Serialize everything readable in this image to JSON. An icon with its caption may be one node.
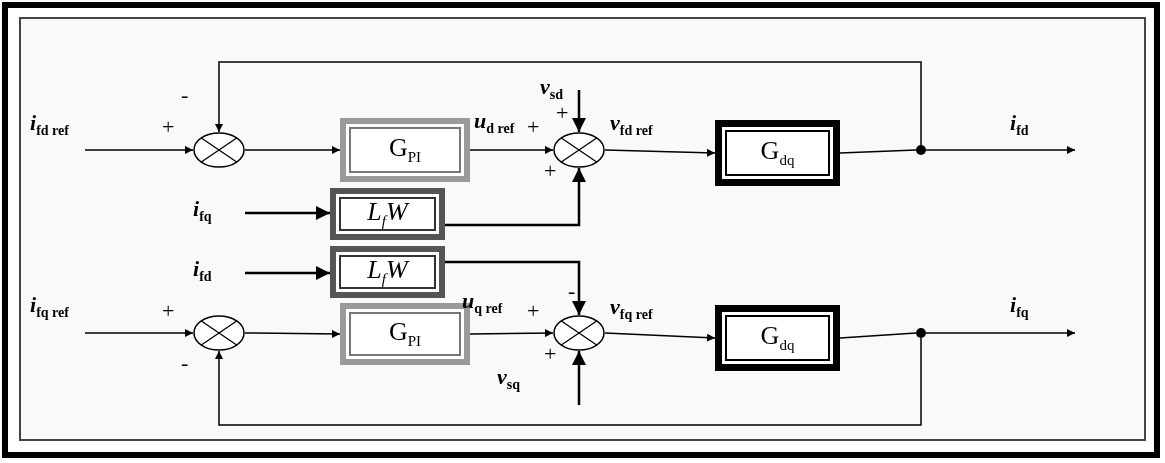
{
  "diagram": {
    "nodes": [
      {
        "text": [],
        "shape": "circle"
      },
      {
        "text": [
          "G$_{PI}$"
        ]
      },
      {
        "text": [],
        "shape": "circle"
      },
      {
        "text": [
          "G$_{dq}$"
        ]
      },
      {
        "text": [
          "L$_{f}$W"
        ]
      },
      {
        "text": [
          "L$_{f}$W"
        ]
      },
      {
        "text": [],
        "shape": "circle"
      },
      {
        "text": [
          "G$_{PI}$"
        ]
      },
      {
        "text": [],
        "shape": "circle"
      },
      {
        "text": [
          "G$_{dq}$"
        ]
      },
      {
        "text": [],
        "shape": "dot"
      },
      {
        "text": [],
        "shape": "dot"
      }
    ],
    "edges": [
      {
        "from": null,
        "to": 0,
        "arrow": "to",
        "label": "*i*$_{fd ref}$"
      },
      {
        "from": 0,
        "to": 1,
        "arrow": "to"
      },
      {
        "from": 1,
        "to": 2,
        "arrow": "to",
        "label": "*u*$_{d ref}$"
      },
      {
        "from": null,
        "to": 2,
        "arrow": "to",
        "label": "*v*$_{sd}$"
      },
      {
        "from": 2,
        "to": 3,
        "arrow": "to",
        "label": "*v*$_{fd ref}$"
      },
      {
        "from": 3,
        "to": 10,
        "arrow": "none"
      },
      {
        "from": 10,
        "to": null,
        "arrow": "to",
        "label": "*i*$_{fd}$"
      },
      {
        "from": 10,
        "to": 0,
        "arrow": "to"
      },
      {
        "from": null,
        "to": 4,
        "arrow": "to",
        "label": "*i*$_{fq}$"
      },
      {
        "from": 4,
        "to": 2,
        "arrow": "to"
      },
      {
        "from": null,
        "to": 5,
        "arrow": "to",
        "label": "*i*$_{fd}$"
      },
      {
        "from": 5,
        "to": 8,
        "arrow": "to"
      },
      {
        "from": null,
        "to": 6,
        "arrow": "to",
        "label": "*i*$_{fq ref}$"
      },
      {
        "from": 6,
        "to": 7,
        "arrow": "to"
      },
      {
        "from": 7,
        "to": 8,
        "arrow": "to",
        "label": "*u*$_{q ref}$"
      },
      {
        "from": null,
        "to": 8,
        "arrow": "to",
        "label": "*v*$_{sq}$"
      },
      {
        "from": 8,
        "to": 9,
        "arrow": "to",
        "label": "*v*$_{fq ref}$"
      },
      {
        "from": 9,
        "to": 11,
        "arrow": "none"
      },
      {
        "from": 11,
        "to": null,
        "arrow": "to",
        "label": "*i*$_{fq}$"
      },
      {
        "from": 11,
        "to": 6,
        "arrow": "to"
      }
    ],
    "labels": [
      "-",
      "+",
      "+",
      "+",
      "+",
      "-",
      "+",
      "+",
      "+",
      "-"
    ]
  }
}
